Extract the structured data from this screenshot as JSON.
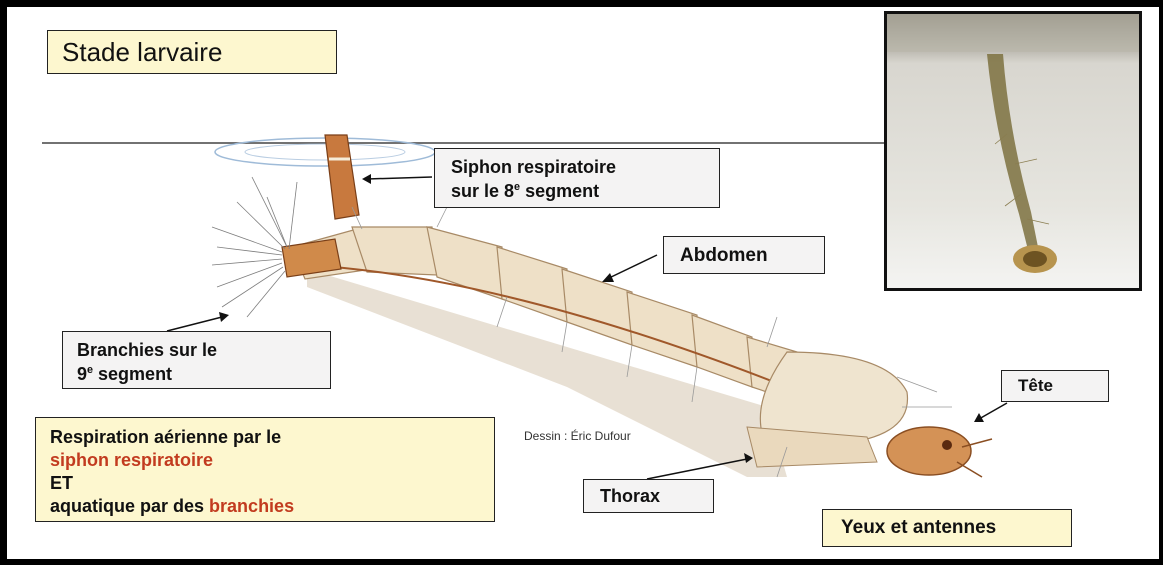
{
  "title": "Stade larvaire",
  "labels": {
    "siphon_line1": "Siphon respiratoire",
    "siphon_line2_pre": "sur le 8",
    "siphon_line2_sup": "e",
    "siphon_line2_post": " segment",
    "abdomen": "Abdomen",
    "branchies_line1": "Branchies sur le",
    "branchies_line2_pre": "9",
    "branchies_line2_sup": "e",
    "branchies_line2_post": " segment",
    "tete": "Tête",
    "thorax": "Thorax",
    "yeux": "Yeux et antennes"
  },
  "respiration": {
    "line1": "Respiration aérienne par le",
    "line2": "siphon respiratoire",
    "line3": "ET",
    "line4_pre": "aquatique par des ",
    "line4_highlight": "branchies"
  },
  "credit": "Dessin : Éric Dufour",
  "colors": {
    "label_bg": "#f4f3f3",
    "highlight_bg": "#fdf7cf",
    "highlight_text": "#c23b1f",
    "larva_body": "#ecdcc0",
    "larva_dark": "#c8793e"
  }
}
